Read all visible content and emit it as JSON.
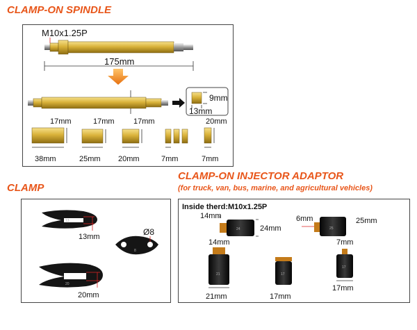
{
  "headings": {
    "spindle": "CLAMP-ON SPINDLE",
    "clamp": "CLAMP",
    "injector": "CLAMP-ON INJECTOR ADAPTOR",
    "injector_sub": "(for truck, van, bus, marine, and agricultural vehicles)"
  },
  "spindle": {
    "thread": "M10x1.25P",
    "length": "175mm",
    "width": "9mm",
    "height": "13mm",
    "parts": [
      {
        "top": "17mm",
        "bottom": "38mm"
      },
      {
        "top": "17mm",
        "bottom": "25mm"
      },
      {
        "top": "17mm",
        "bottom": "20mm"
      },
      {
        "top": "",
        "bottom": "7mm"
      },
      {
        "top": "20mm",
        "bottom": "7mm"
      }
    ]
  },
  "clamp": {
    "small_slot": "13mm",
    "hole": "Ø8",
    "large_slot": "20mm",
    "engraving_1": "13",
    "engraving_2": "8",
    "engraving_3": "20"
  },
  "injector": {
    "inside_thread": "Inside therd:M10x1.25P",
    "adaptor_a": {
      "length": "14mm",
      "diameter": "24mm",
      "engraving": "24"
    },
    "adaptor_b": {
      "length": "6mm",
      "diameter": "25mm",
      "engraving": "25"
    },
    "adaptor_c": {
      "top": "14mm",
      "bottom": "21mm",
      "engraving": "21"
    },
    "adaptor_d": {
      "bottom": "17mm",
      "engraving": "17"
    },
    "adaptor_e": {
      "top": "7mm",
      "bottom": "17mm",
      "engraving": "17"
    }
  },
  "colors": {
    "heading": "#e8561a",
    "brass": "#d9b23a",
    "black_part": "#1a1a1a",
    "dim_red": "#dd2222",
    "arrow": "#f29a1f"
  }
}
